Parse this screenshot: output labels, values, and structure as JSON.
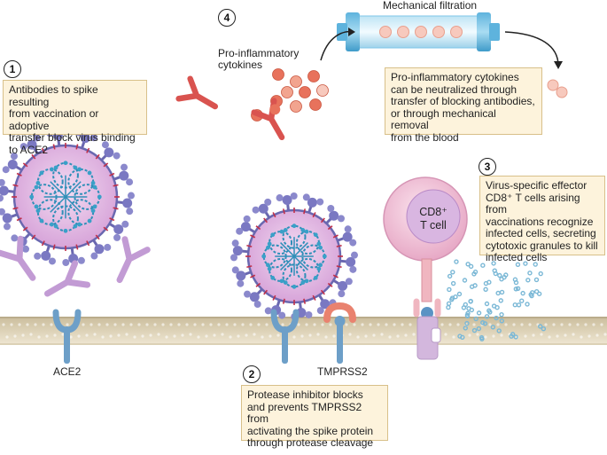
{
  "steps": {
    "s1": {
      "number": "1",
      "lines": [
        "Antibodies to spike resulting",
        "from vaccination or adoptive",
        "transfer block virus binding",
        "to ACE2"
      ]
    },
    "s2": {
      "number": "2",
      "lines": [
        "Protease inhibitor blocks",
        "and prevents TMPRSS2 from",
        "activating the spike protein",
        "through protease cleavage"
      ]
    },
    "s3": {
      "number": "3",
      "lines": [
        "Virus-specific effector",
        "CD8⁺ T cells arising from",
        "vaccinations recognize",
        "infected cells, secreting",
        "cytotoxic granules to kill",
        "infected cells"
      ]
    },
    "s4": {
      "number": "4",
      "lines": [
        "Pro-inflammatory cytokines",
        "can be neutralized through",
        "transfer of blocking antibodies,",
        "or through mechanical removal",
        "from the blood"
      ]
    }
  },
  "labels": {
    "mechanical_filtration": "Mechanical filtration",
    "cytokines_line1": "Pro-inflammatory",
    "cytokines_line2": "cytokines",
    "ace2": "ACE2",
    "tmprss2": "TMPRSS2",
    "tcell_line1": "CD8⁺",
    "tcell_line2": "T cell"
  },
  "colors": {
    "membrane": "#d9cdb2",
    "virus": "#e4b8e6",
    "receptor": "#6d9fc8",
    "antibody": "#c29bd4",
    "red_antibody": "#d9534f",
    "cytokine": "#e8725c",
    "filter": "#7ec6e8",
    "tcell": "#e8b4d0",
    "box_fill": "#fdf3dc",
    "granule": "#7bb8d6"
  }
}
